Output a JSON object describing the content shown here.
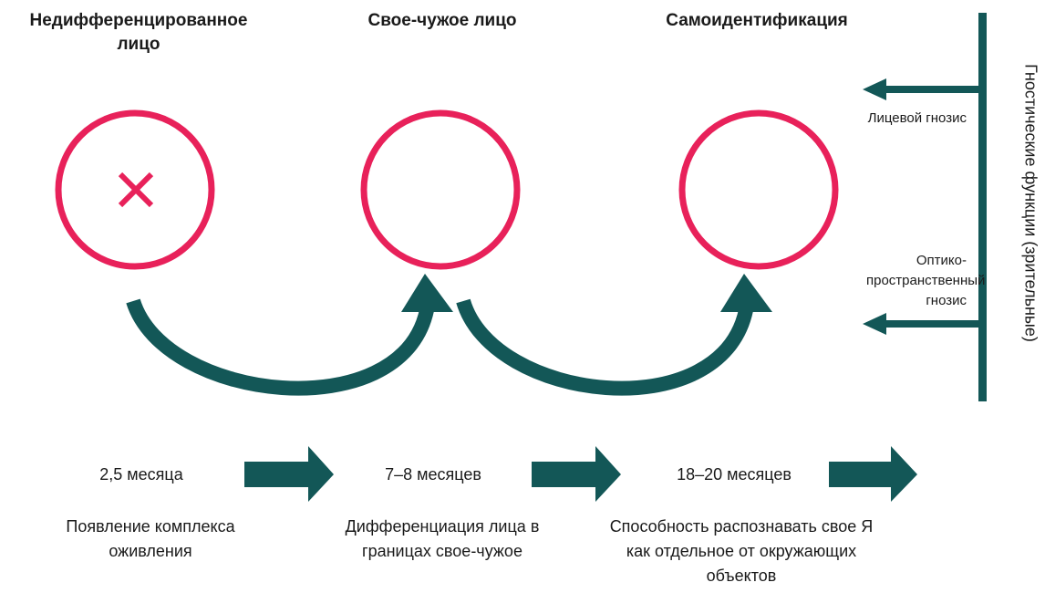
{
  "stages": [
    {
      "title": "Недифференцированное лицо",
      "age": "2,5 месяца",
      "description": "Появление комплекса оживления"
    },
    {
      "title": "Свое-чужое лицо",
      "age": "7–8 месяцев",
      "description": "Дифференциация лица в границах свое-чужое"
    },
    {
      "title": "Самоидентификация",
      "age": "18–20 месяцев",
      "description": "Способность распознавать свое Я как отдельное от окружающих объектов"
    }
  ],
  "functions": {
    "title": "Гностические функции (зрительные)",
    "items": [
      "Лицевой гнозис",
      "Оптико-пространственный гнозис"
    ]
  },
  "colors": {
    "circle": "#e8215a",
    "arrow": "#135757"
  },
  "icons": {
    "cross": "cross-icon"
  }
}
